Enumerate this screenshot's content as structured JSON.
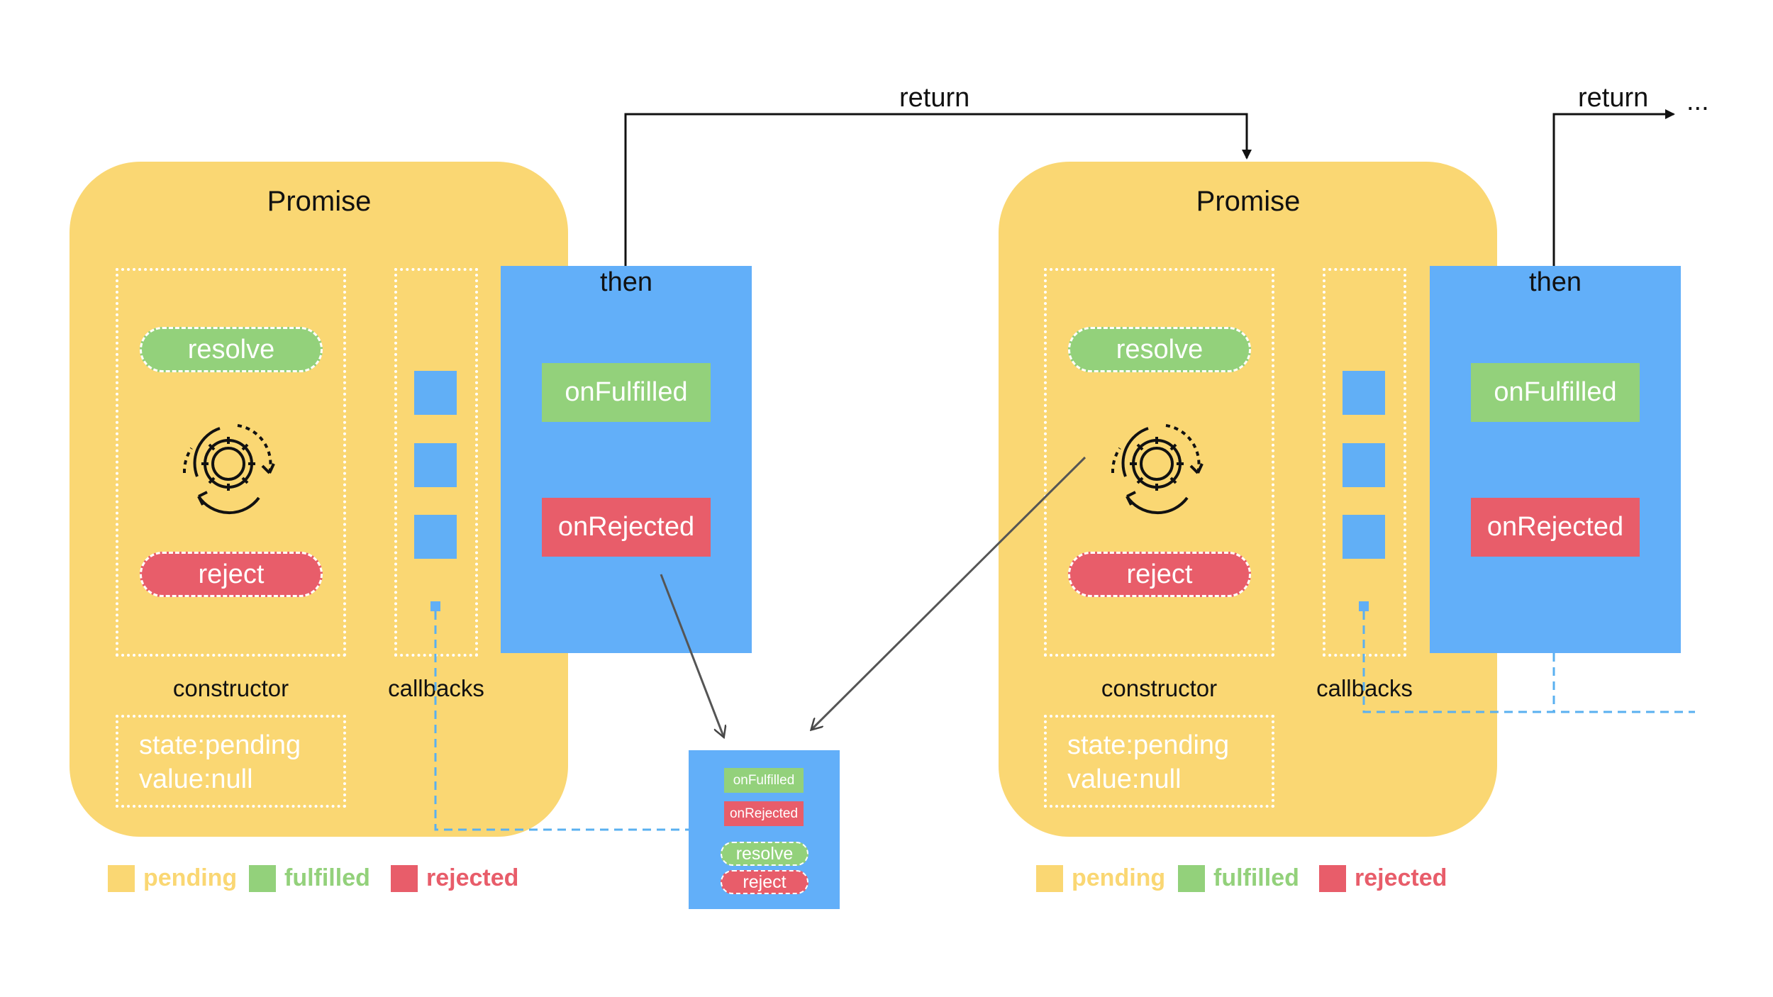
{
  "colors": {
    "pending": "#fad773",
    "fulfilled": "#93d17b",
    "rejected": "#e85d6a",
    "then_box": "#62aff9",
    "arrow": "#111111",
    "dashed_link": "#5ab0f0"
  },
  "promise_left": {
    "title": "Promise",
    "resolve_label": "resolve",
    "reject_label": "reject",
    "executor_icon": "gear-cycle-icon",
    "constructor_label": "constructor",
    "callbacks_label": "callbacks",
    "state_line": "state:pending",
    "value_line": "value:null",
    "then": {
      "title": "then",
      "on_fulfilled": "onFulfilled",
      "on_rejected": "onRejected"
    }
  },
  "promise_right": {
    "title": "Promise",
    "resolve_label": "resolve",
    "reject_label": "reject",
    "executor_icon": "gear-cycle-icon",
    "constructor_label": "constructor",
    "callbacks_label": "callbacks",
    "state_line": "state:pending",
    "value_line": "value:null",
    "then": {
      "title": "then",
      "on_fulfilled": "onFulfilled",
      "on_rejected": "onRejected"
    }
  },
  "callback_item": {
    "on_fulfilled": "onFulfilled",
    "on_rejected": "onRejected",
    "resolve": "resolve",
    "reject": "reject"
  },
  "arrows": {
    "return_1": "return",
    "return_2": "return",
    "ellipsis": "..."
  },
  "legend_left": {
    "pending": "pending",
    "fulfilled": "fulfilled",
    "rejected": "rejected"
  },
  "legend_right": {
    "pending": "pending",
    "fulfilled": "fulfilled",
    "rejected": "rejected"
  }
}
